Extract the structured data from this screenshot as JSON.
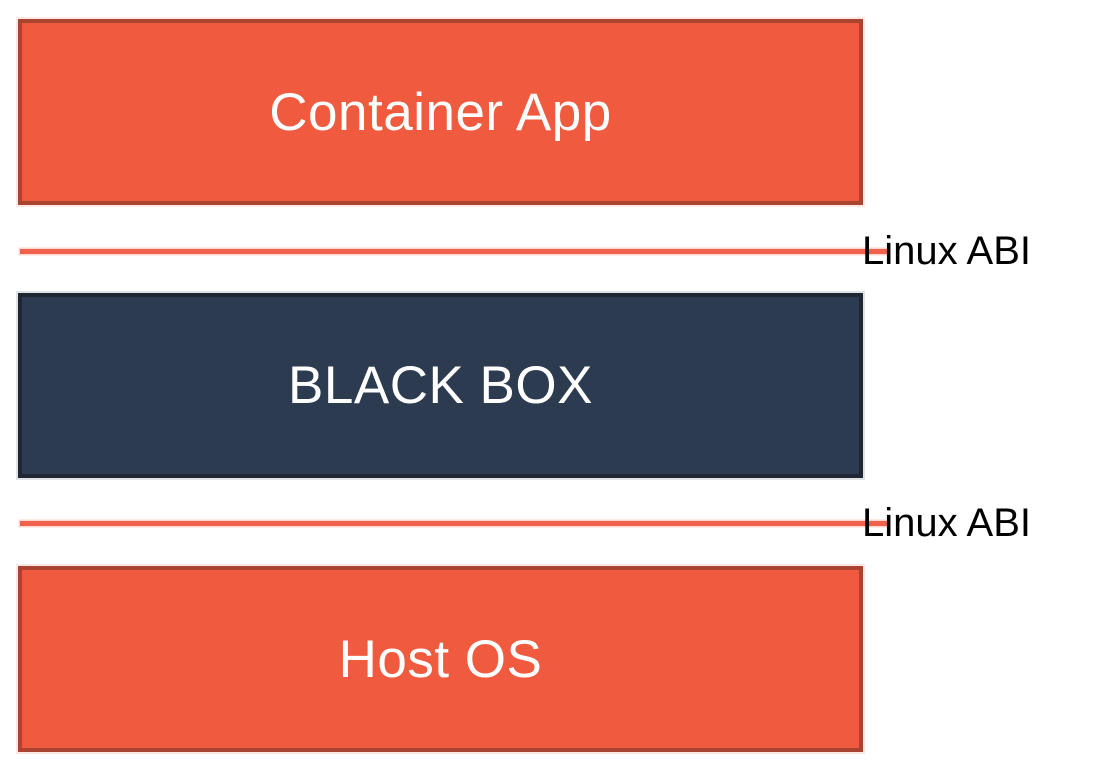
{
  "diagram": {
    "title": "container-black-box-architecture",
    "layers": [
      {
        "label": "Container App",
        "style": "orange"
      },
      {
        "label": "BLACK BOX",
        "style": "dark"
      },
      {
        "label": "Host OS",
        "style": "orange"
      }
    ],
    "interfaces": [
      {
        "label": "Linux ABI"
      },
      {
        "label": "Linux ABI"
      }
    ],
    "colors": {
      "background": "#ffffff",
      "layer_fill_orange": "#f05b40",
      "layer_border_orange": "#a94431",
      "layer_fill_dark": "#2d3b50",
      "layer_border_dark": "#1f2735",
      "line": "#f2614b",
      "layer_text": "#ffffff",
      "interface_text": "#000000"
    }
  }
}
